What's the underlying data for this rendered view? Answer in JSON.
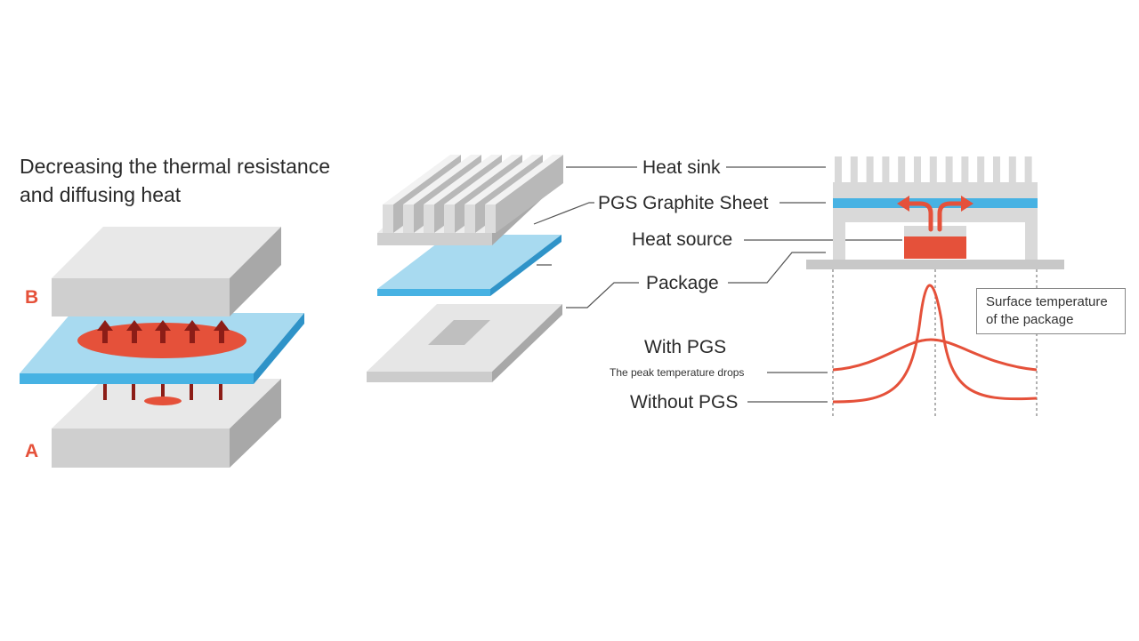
{
  "title": {
    "line1": "Decreasing the thermal resistance",
    "line2": "and diffusing heat"
  },
  "left_diagram": {
    "label_b": "B",
    "label_a": "A"
  },
  "labels": {
    "heat_sink": "Heat sink",
    "graphite_sheet": "PGS Graphite Sheet",
    "heat_source": "Heat source",
    "package": "Package"
  },
  "temperature_plot": {
    "box_line1": "Surface temperature",
    "box_line2": "of the package",
    "with_pgs": "With PGS",
    "peak_drops": "The peak temperature drops",
    "without_pgs": "Without PGS"
  },
  "colors": {
    "block_gray": "#d4d4d4",
    "sheet_blue": "#a8daf0",
    "sheet_edge": "#47b2e3",
    "heat_red": "#e5513a",
    "arrow_dark": "#8c1d17",
    "leader_gray": "#555555"
  }
}
